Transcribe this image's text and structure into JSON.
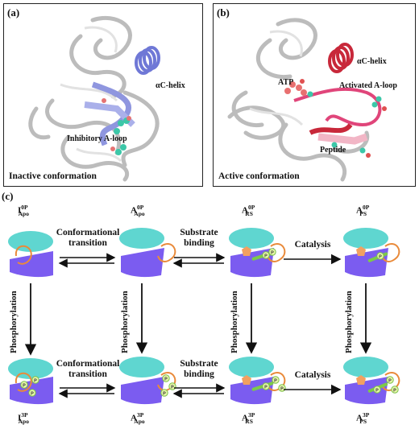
{
  "panel_a": {
    "label": "(a)",
    "helix_label": "αC-helix",
    "loop_label": "Inhibitory A-loop",
    "conformation": "Inactive conformation"
  },
  "panel_b": {
    "label": "(b)",
    "helix_label": "αC-helix",
    "atp_label": "ATP",
    "loop_label": "Activated A-loop",
    "peptide_label": "Peptide",
    "conformation": "Active conformation"
  },
  "panel_c": {
    "label": "(c)",
    "states_top": [
      {
        "base": "I",
        "sup": "0P",
        "sub": "Apo"
      },
      {
        "base": "A",
        "sup": "0P",
        "sub": "Apo"
      },
      {
        "base": "A",
        "sup": "0P",
        "sub": "RS"
      },
      {
        "base": "A",
        "sup": "0P",
        "sub": "PS"
      }
    ],
    "states_bottom": [
      {
        "base": "I",
        "sup": "3P",
        "sub": "Apo"
      },
      {
        "base": "A",
        "sup": "3P",
        "sub": "Apo"
      },
      {
        "base": "A",
        "sup": "3P",
        "sub": "RS"
      },
      {
        "base": "A",
        "sup": "3P",
        "sub": "PS"
      }
    ],
    "step1_line1": "Conformational",
    "step1_line2": "transition",
    "step2_line1": "Substrate",
    "step2_line2": "binding",
    "step3": "Catalysis",
    "vertical_step": "Phosphorylation",
    "phospho_marker": "P"
  },
  "colors": {
    "cyan_lobe": "#5fd6d0",
    "purple_lobe": "#7b5cf0",
    "orange_loop": "#e98a3a",
    "green_peptide": "#7cc94a",
    "red_helix": "#c8283a",
    "blue_helix": "#6f78d6",
    "protein_gray": "#d9d9d9"
  }
}
